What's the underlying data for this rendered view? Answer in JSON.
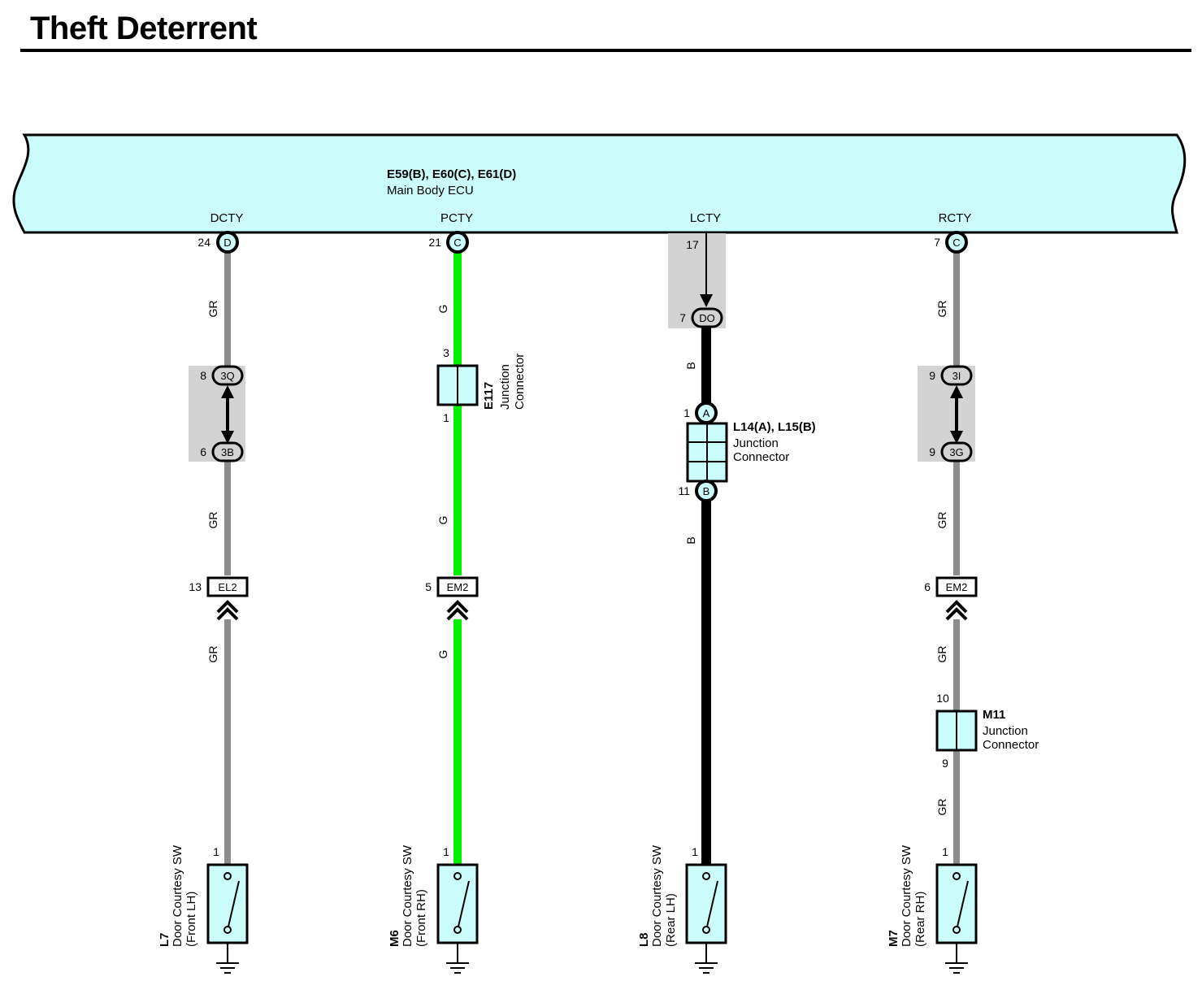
{
  "title": "Theft Deterrent",
  "colors": {
    "ecu_fill": "#ccfdfd",
    "component_fill": "#ccfdfd",
    "connector_bg": "#d3d3d3",
    "wire_GR": "#8c8c8c",
    "wire_G": "#00f000",
    "wire_B": "#000000"
  },
  "ecu": {
    "codes": "E59(B), E60(C), E61(D)",
    "name": "Main Body ECU"
  },
  "circuits": [
    {
      "terminal": "DCTY",
      "pin": "24",
      "pin_connector": "D",
      "wire_colors": [
        "GR",
        "GR",
        "GR"
      ],
      "jb_top_pin": "8",
      "jb_top_code": "3Q",
      "jb_bottom_pin": "6",
      "jb_bottom_code": "3B",
      "inline_pin": "13",
      "inline_code": "EL2",
      "switch_pin": "1",
      "switch_code": "L7",
      "switch_name": "Door Courtesy SW",
      "switch_position": "(Front LH)"
    },
    {
      "terminal": "PCTY",
      "pin": "21",
      "pin_connector": "C",
      "wire_colors": [
        "G",
        "G",
        "G"
      ],
      "jc_code": "E117",
      "jc_name_line1": "Junction",
      "jc_name_line2": "Connector",
      "jc_pin_top": "3",
      "jc_pin_bottom": "1",
      "inline_pin": "5",
      "inline_code": "EM2",
      "switch_pin": "1",
      "switch_code": "M6",
      "switch_name": "Door Courtesy SW",
      "switch_position": "(Front RH)"
    },
    {
      "terminal": "LCTY",
      "pin": "17",
      "wire_colors": [
        "B",
        "B"
      ],
      "jb_pin": "7",
      "jb_code": "DO",
      "jc_code": "L14(A), L15(B)",
      "jc_name_line1": "Junction",
      "jc_name_line2": "Connector",
      "jc_pin_top": "1",
      "jc_pin_top_connector": "A",
      "jc_pin_bottom": "11",
      "jc_pin_bottom_connector": "B",
      "switch_pin": "1",
      "switch_code": "L8",
      "switch_name": "Door Courtesy SW",
      "switch_position": "(Rear LH)"
    },
    {
      "terminal": "RCTY",
      "pin": "7",
      "pin_connector": "C",
      "wire_colors": [
        "GR",
        "GR",
        "GR",
        "GR"
      ],
      "jb_top_pin": "9",
      "jb_top_code": "3I",
      "jb_bottom_pin": "9",
      "jb_bottom_code": "3G",
      "inline_pin": "6",
      "inline_code": "EM2",
      "jc_code": "M11",
      "jc_name_line1": "Junction",
      "jc_name_line2": "Connector",
      "jc_pin_top": "10",
      "jc_pin_bottom": "9",
      "switch_pin": "1",
      "switch_code": "M7",
      "switch_name": "Door Courtesy SW",
      "switch_position": "(Rear RH)"
    }
  ]
}
